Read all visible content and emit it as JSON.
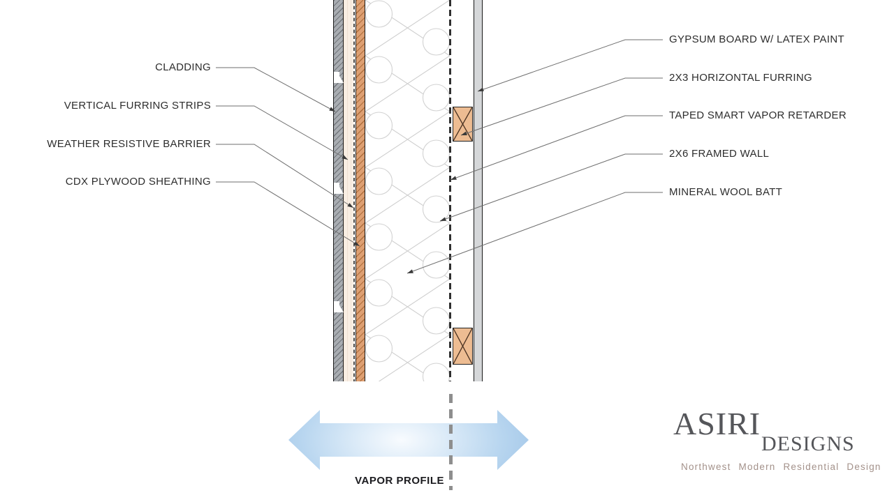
{
  "diagram": {
    "title_hint": "wall assembly section detail",
    "left_labels": [
      {
        "id": "cladding",
        "text": "CLADDING"
      },
      {
        "id": "vertical-furring",
        "text": "VERTICAL FURRING STRIPS"
      },
      {
        "id": "wrb",
        "text": "WEATHER RESISTIVE BARRIER"
      },
      {
        "id": "cdx-sheathing",
        "text": "CDX PLYWOOD SHEATHING"
      }
    ],
    "right_labels": [
      {
        "id": "gypsum",
        "text": "GYPSUM BOARD W/ LATEX PAINT"
      },
      {
        "id": "horizontal-furring",
        "text": "2X3 HORIZONTAL FURRING"
      },
      {
        "id": "vapor-retarder",
        "text": "TAPED SMART VAPOR RETARDER"
      },
      {
        "id": "framed-wall",
        "text": "2X6 FRAMED WALL"
      },
      {
        "id": "mineral-wool",
        "text": "MINERAL WOOL BATT"
      }
    ],
    "colors": {
      "cladding_gray": "#a9adb2",
      "plywood_orange": "#dd9f72",
      "furring_block": "#edbc92",
      "gypsum_gray": "#d5d7d9",
      "sheathing_cream": "#f9eee3"
    }
  },
  "vapor_profile": {
    "label": "VAPOR PROFILE",
    "arrow_color": "#9fc4e7"
  },
  "logo": {
    "primary": "ASIRI",
    "secondary": "DESIGNS",
    "tagline": "Northwest Modern Residential Design",
    "text_color": "#55565a",
    "tagline_color": "#a3918a"
  }
}
